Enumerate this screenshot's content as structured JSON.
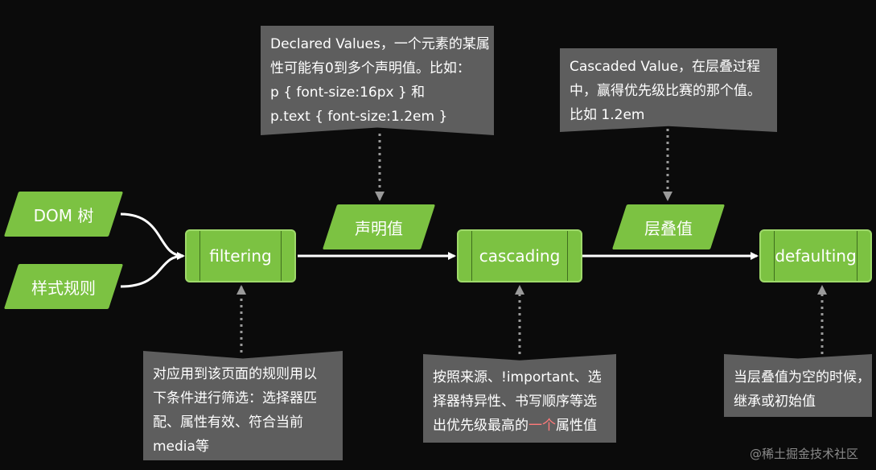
{
  "colors": {
    "node": "#7cc242",
    "note": "#5e5e5e",
    "arrow": "#ffffff",
    "dotted": "#9a9a9a",
    "highlight": "#ff7a7a"
  },
  "inputs": {
    "dom_tree": "DOM 树",
    "style_rules": "样式规则"
  },
  "stages": {
    "filtering": "filtering",
    "cascading": "cascading",
    "defaulting": "defaulting"
  },
  "values": {
    "declared": "声明值",
    "cascaded": "层叠值"
  },
  "notes": {
    "declared": [
      "Declared Values，一个元素的某属",
      "性可能有0到多个声明值。比如：",
      "p { font-size:16px } 和",
      "p.text { font-size:1.2em }"
    ],
    "cascaded": [
      "Cascaded Value，在层叠过程",
      "中，赢得优先级比赛的那个值。",
      "比如 1.2em"
    ],
    "filtering": [
      "对应用到该页面的规则用以",
      "下条件进行筛选：选择器匹",
      "配、属性有效、符合当前",
      "media等"
    ],
    "cascading": {
      "line1": "按照来源、!important、选",
      "line2": "择器特异性、书写顺序等选",
      "line3_pre": "出优先级最高的",
      "line3_hl": "一个",
      "line3_post": "属性值"
    },
    "defaulting": [
      "当层叠值为空的时候，",
      "继承或初始值"
    ]
  },
  "watermark": "@稀土掘金技术社区"
}
